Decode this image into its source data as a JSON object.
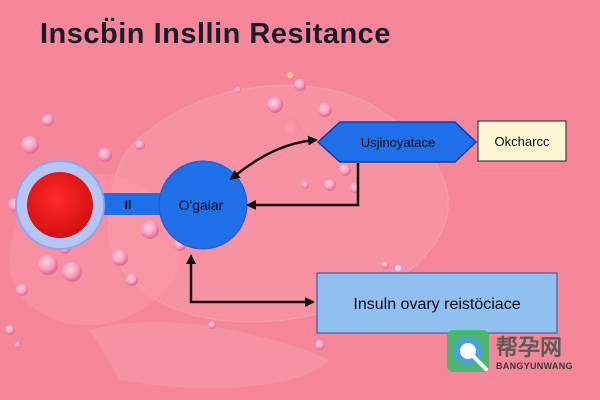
{
  "title": "Inscb̈in Insllin Resitance",
  "nodes": {
    "circle_label": "O'galar",
    "connector_label": "Il",
    "hexagon_label": "Usjinoyatace",
    "right_box_label": "Okcharcc",
    "bottom_box_label": "Insuln ovary reistöciace"
  },
  "watermark": {
    "cn": "帮孕网",
    "en": "BANGYUNWANG"
  },
  "colors": {
    "background": "#f6879a",
    "blue_fill": "#1f6fe8",
    "red_fill": "#e01818",
    "box_fill": "#8fc0ef",
    "note_fill": "#fbf5d2"
  }
}
